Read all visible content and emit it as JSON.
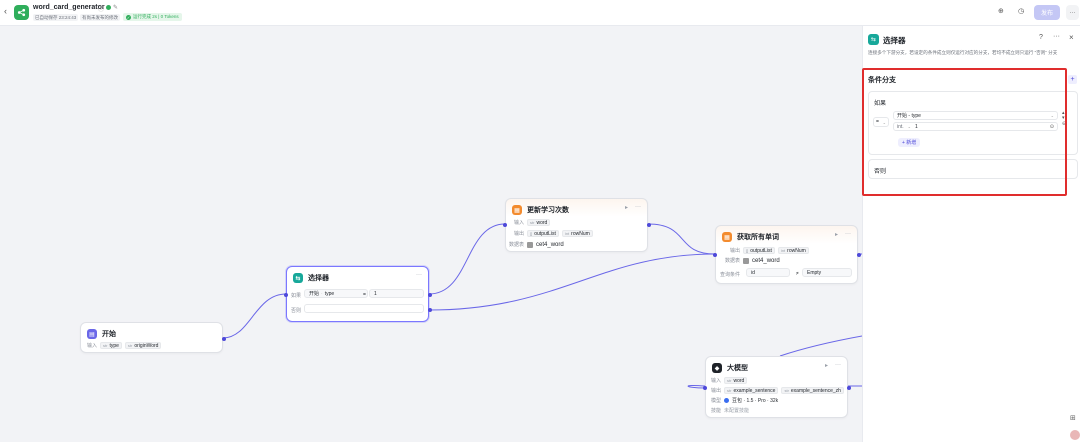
{
  "topbar": {
    "back_icon": "chevron-left-icon",
    "app_icon": "workflow-icon",
    "title": "word_card_generator",
    "autosave": "已自动保存 23:24:43",
    "unpublished": "有尚未发布的修改",
    "run_status": "运行完成 2s | 0 Tokens",
    "publish_label": "发布",
    "more": "···"
  },
  "nodes": {
    "start": {
      "title": "开始",
      "input_label": "输入",
      "vars": [
        "type",
        "originWord"
      ]
    },
    "selector": {
      "title": "选择器",
      "if_label": "如果",
      "cond_var": "开始",
      "cond_field": "type",
      "cond_op": "=",
      "cond_value": "1",
      "else_label": "否则"
    },
    "update": {
      "title": "更新学习次数",
      "input_label": "输入",
      "input_var": "word",
      "output_label": "输出",
      "outputs": [
        "outputList",
        "rowNum"
      ],
      "db_label": "数据表",
      "db_name": "cet4_word"
    },
    "getwords": {
      "title": "获取所有单词",
      "output_label": "输出",
      "outputs": [
        "outputList",
        "rowNum"
      ],
      "db_label": "数据表",
      "db_name": "cet4_word",
      "query_label": "查询条件",
      "query_field": "id",
      "query_op": "≠",
      "query_value": "Empty"
    },
    "llm": {
      "title": "大模型",
      "input_label": "输入",
      "input_var": "word",
      "output_label": "输出",
      "outputs": [
        "example_sentence",
        "example_sentence_zh"
      ],
      "model_label": "模型",
      "model_name": "豆包 · 1.5 · Pro · 32k",
      "skill_label": "技能",
      "skill_value": "未配置技能"
    }
  },
  "panel": {
    "title": "选择器",
    "description": "连接多个下游分支，若设定的条件成立则仅运行对应的分支，若均不成立则只运行 “否则” 分支",
    "section_title": "条件分支",
    "if_label": "如果",
    "cond_op": "=",
    "cond_var": "开始 - type",
    "value_type": "int.",
    "value": "1",
    "add_label": "+ 新增",
    "else_label": "否则"
  }
}
